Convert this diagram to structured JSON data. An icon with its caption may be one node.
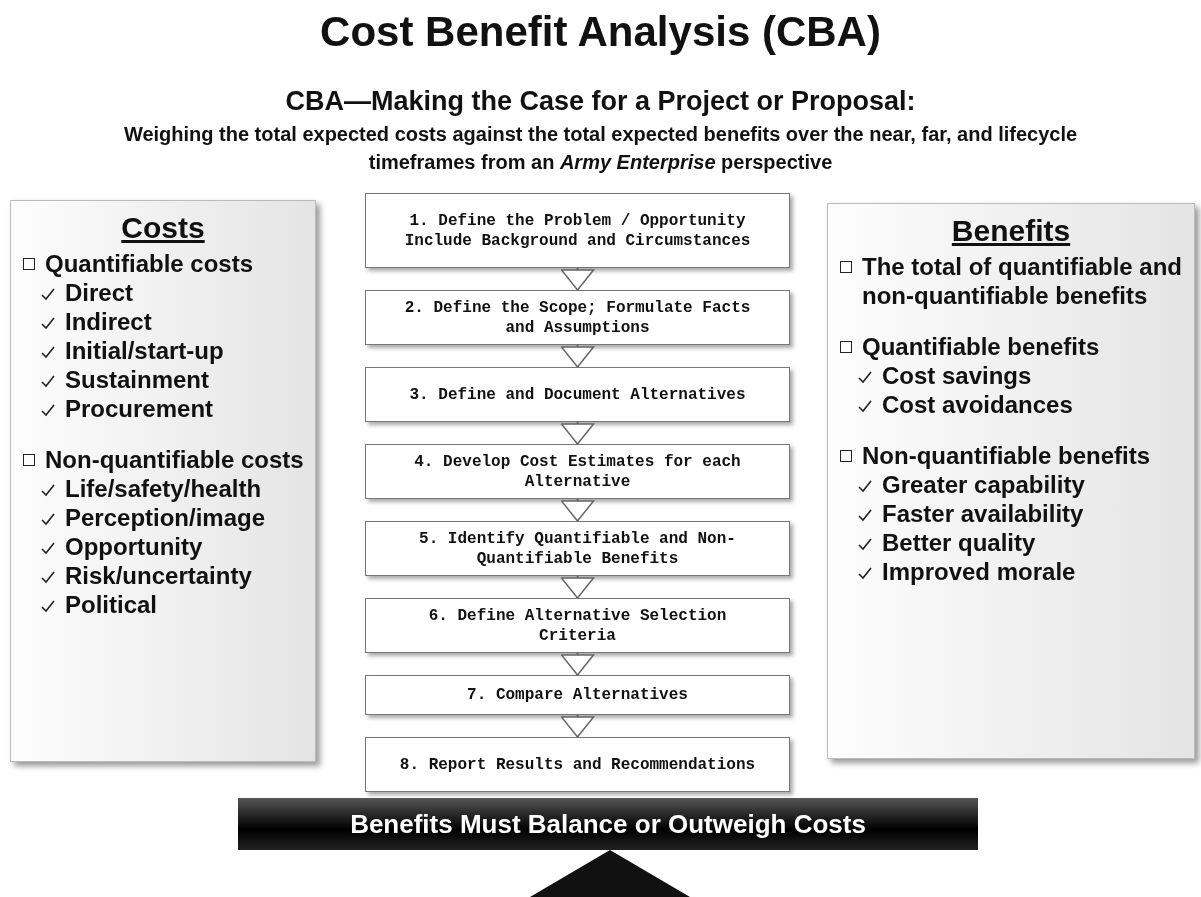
{
  "diagram": {
    "title": "Cost Benefit Analysis (CBA)",
    "nodes": [
      {
        "text": [
          "Costs",
          "Quantifiable costs",
          "Direct",
          "Indirect",
          "Initial/start-up",
          "Sustainment",
          "Procurement",
          "Non-quantifiable costs",
          "Life/safety/health",
          "Perception/image",
          "Opportunity",
          "Risk/uncertainty",
          "Political"
        ]
      },
      {
        "text": [
          "Benefits",
          "The total of quantifiable and non-quantifiable benefits",
          "Quantifiable benefits",
          "Cost savings",
          "Cost avoidances",
          "Non-quantifiable benefits",
          "Greater capability",
          "Faster availability",
          "Better quality",
          "Improved morale"
        ]
      },
      {
        "text": [
          "1. Define the Problem / Opportunity Include Background and Circumstances"
        ]
      },
      {
        "text": [
          "2. Define the Scope; Formulate Facts and Assumptions"
        ]
      },
      {
        "text": [
          "3. Define and Document Alternatives"
        ]
      },
      {
        "text": [
          "4. Develop Cost Estimates for each Alternative"
        ]
      },
      {
        "text": [
          "5. Identify Quantifiable and Non-Quantifiable Benefits"
        ]
      },
      {
        "text": [
          "6. Define Alternative Selection Criteria"
        ]
      },
      {
        "text": [
          "7. Compare Alternatives"
        ]
      },
      {
        "text": [
          "8. Report Results and Recommendations"
        ]
      },
      {
        "text": [
          "Benefits Must Balance or Outweigh Costs"
        ]
      },
      {
        "text": [],
        "shape": "triangle"
      }
    ],
    "edges": [
      {
        "from": 2,
        "to": 3,
        "arrow": "to"
      },
      {
        "from": 3,
        "to": 4,
        "arrow": "to"
      },
      {
        "from": 4,
        "to": 5,
        "arrow": "to"
      },
      {
        "from": 5,
        "to": 6,
        "arrow": "to"
      },
      {
        "from": 6,
        "to": 7,
        "arrow": "to"
      },
      {
        "from": 7,
        "to": 8,
        "arrow": "to"
      },
      {
        "from": 8,
        "to": 9,
        "arrow": "to"
      }
    ],
    "labels": [
      "CBA—Making the Case for a Project or Proposal:",
      "Weighing the total expected costs against the total expected benefits over the near, far, and lifecycle timeframes from an *Army Enterprise* perspective"
    ]
  }
}
